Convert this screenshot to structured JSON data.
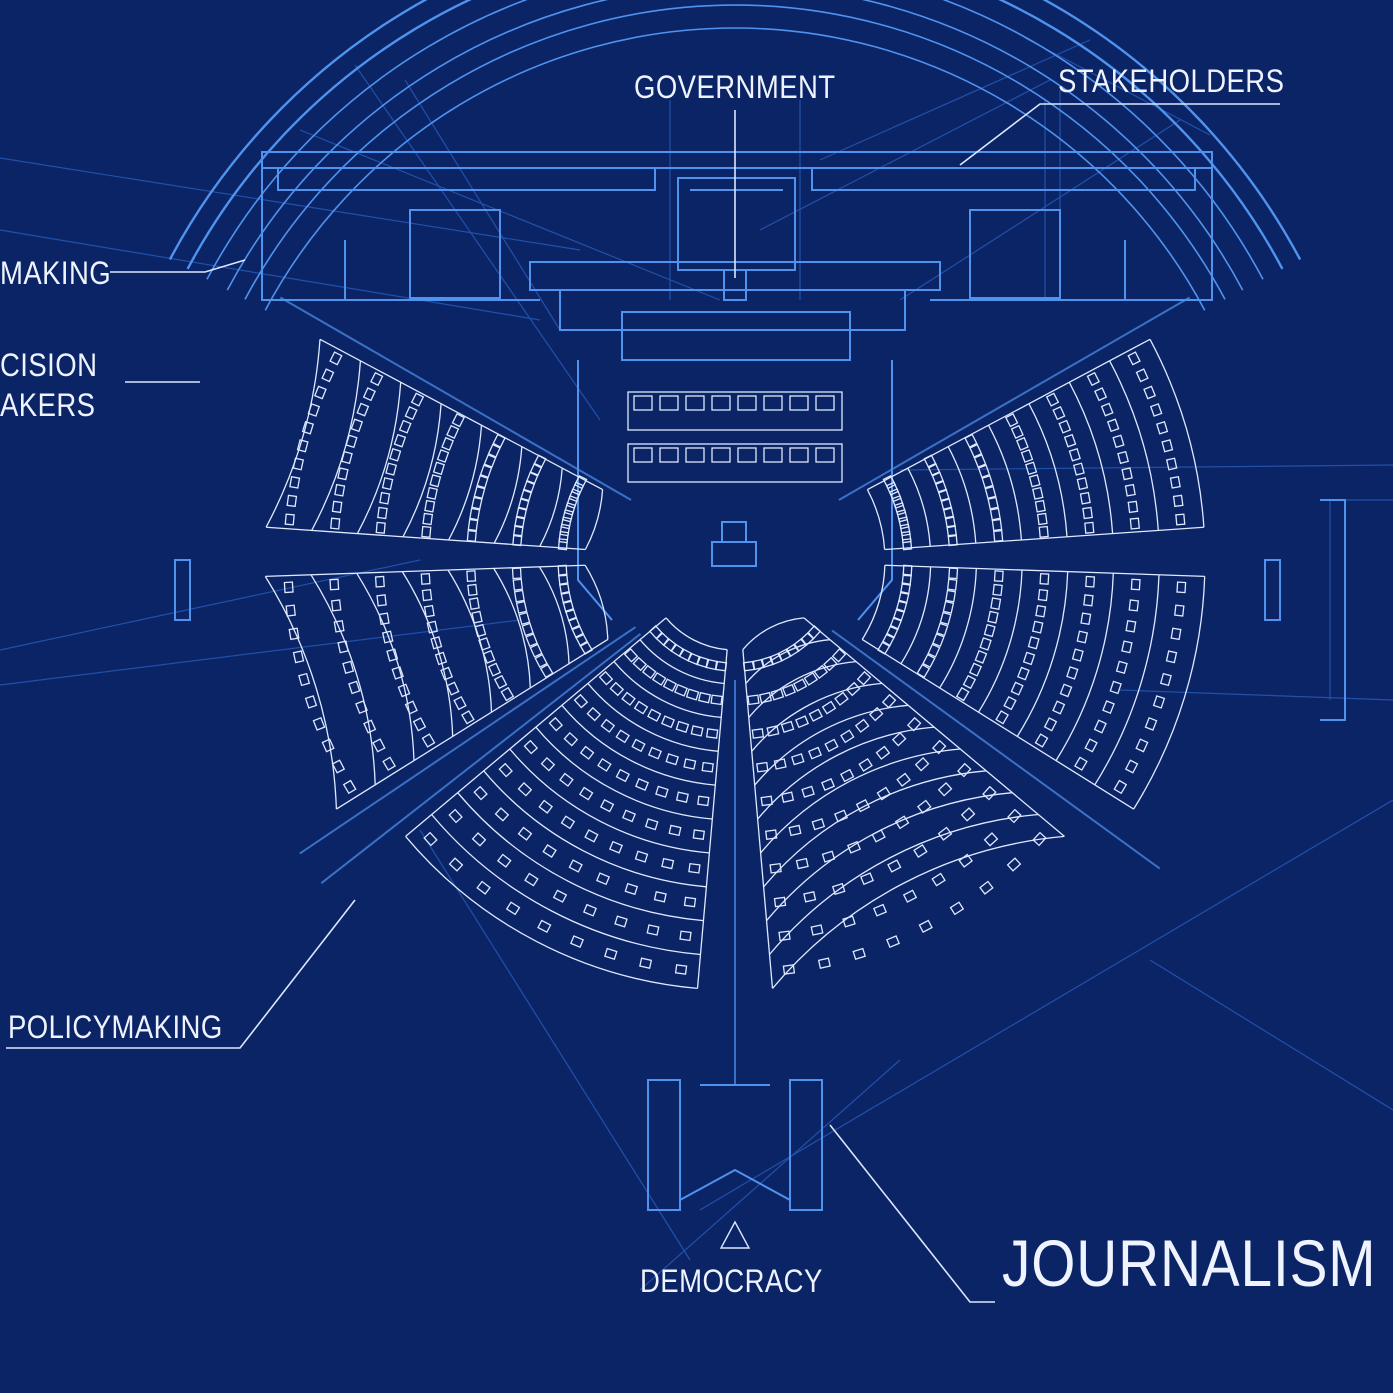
{
  "labels": {
    "government": "GOVERNMENT",
    "stakeholders": "STAKEHOLDERS",
    "making": "MAKING",
    "decision_line1": "CISION",
    "decision_line2": "AKERS",
    "policymaking": "POLICYMAKING",
    "democracy": "DEMOCRACY",
    "journalism": "JOURNALISM"
  },
  "colors": {
    "background": "#0b2466",
    "line_bright": "#4f93ef",
    "line_dim": "#2a5fbf",
    "seat": "#dfe9ff",
    "text": "#eef3ff"
  }
}
